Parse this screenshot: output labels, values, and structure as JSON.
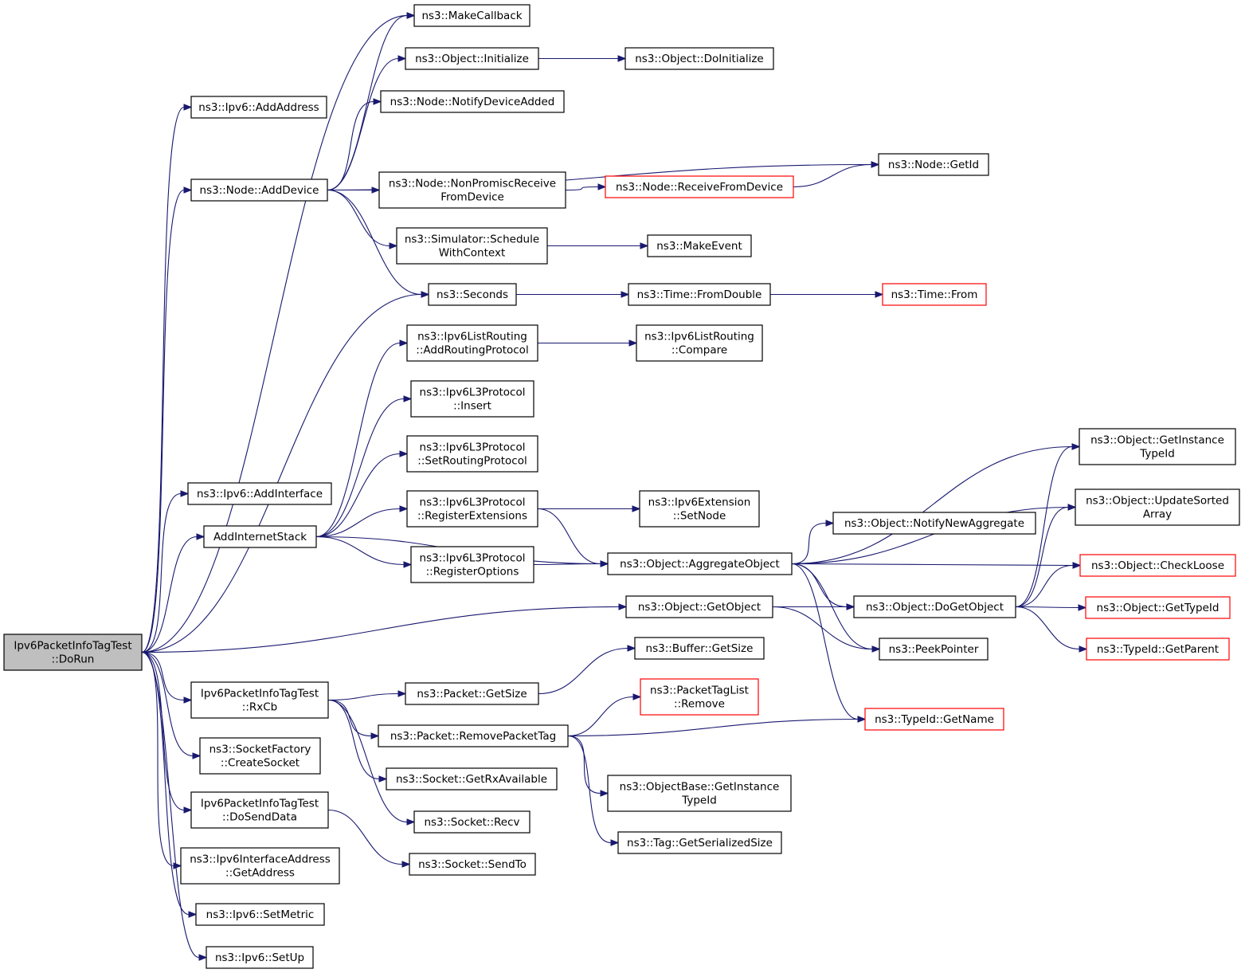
{
  "colors": {
    "edge": "#191970",
    "node_border": "#000000",
    "truncated_border": "#ff0000",
    "root_fill": "#bfbfbf",
    "node_fill": "#ffffff"
  },
  "nodes": {
    "root": {
      "lines": [
        "Ipv6PacketInfoTagTest",
        "::DoRun"
      ],
      "root": true
    },
    "addAddress": {
      "lines": [
        "ns3::Ipv6::AddAddress"
      ]
    },
    "nodeAddDevice": {
      "lines": [
        "ns3::Node::AddDevice"
      ]
    },
    "addInterface": {
      "lines": [
        "ns3::Ipv6::AddInterface"
      ]
    },
    "addInternetStack": {
      "lines": [
        "AddInternetStack"
      ]
    },
    "rxCb": {
      "lines": [
        "Ipv6PacketInfoTagTest",
        "::RxCb"
      ]
    },
    "createSocket": {
      "lines": [
        "ns3::SocketFactory",
        "::CreateSocket"
      ]
    },
    "doSendData": {
      "lines": [
        "Ipv6PacketInfoTagTest",
        "::DoSendData"
      ]
    },
    "ifAddrGetAddress": {
      "lines": [
        "ns3::Ipv6InterfaceAddress",
        "::GetAddress"
      ]
    },
    "setMetric": {
      "lines": [
        "ns3::Ipv6::SetMetric"
      ]
    },
    "setUp": {
      "lines": [
        "ns3::Ipv6::SetUp"
      ]
    },
    "makeCallback": {
      "lines": [
        "ns3::MakeCallback"
      ]
    },
    "objInitialize": {
      "lines": [
        "ns3::Object::Initialize"
      ]
    },
    "notifyDeviceAdded": {
      "lines": [
        "ns3::Node::NotifyDeviceAdded"
      ]
    },
    "nonPromisc": {
      "lines": [
        "ns3::Node::NonPromiscReceive",
        "FromDevice"
      ]
    },
    "scheduleWithContext": {
      "lines": [
        "ns3::Simulator::Schedule",
        "WithContext"
      ]
    },
    "seconds": {
      "lines": [
        "ns3::Seconds"
      ]
    },
    "addRoutingProtocol": {
      "lines": [
        "ns3::Ipv6ListRouting",
        "::AddRoutingProtocol"
      ]
    },
    "l3Insert": {
      "lines": [
        "ns3::Ipv6L3Protocol",
        "::Insert"
      ]
    },
    "setRoutingProtocol": {
      "lines": [
        "ns3::Ipv6L3Protocol",
        "::SetRoutingProtocol"
      ]
    },
    "registerExtensions": {
      "lines": [
        "ns3::Ipv6L3Protocol",
        "::RegisterExtensions"
      ]
    },
    "registerOptions": {
      "lines": [
        "ns3::Ipv6L3Protocol",
        "::RegisterOptions"
      ]
    },
    "getObject": {
      "lines": [
        "ns3::Object::GetObject"
      ]
    },
    "packetGetSize": {
      "lines": [
        "ns3::Packet::GetSize"
      ]
    },
    "removePacketTag": {
      "lines": [
        "ns3::Packet::RemovePacketTag"
      ]
    },
    "getRxAvailable": {
      "lines": [
        "ns3::Socket::GetRxAvailable"
      ]
    },
    "socketRecv": {
      "lines": [
        "ns3::Socket::Recv"
      ]
    },
    "socketSendTo": {
      "lines": [
        "ns3::Socket::SendTo"
      ]
    },
    "doInitialize": {
      "lines": [
        "ns3::Object::DoInitialize"
      ]
    },
    "receiveFromDevice": {
      "lines": [
        "ns3::Node::ReceiveFromDevice"
      ],
      "truncated": true
    },
    "makeEvent": {
      "lines": [
        "ns3::MakeEvent"
      ]
    },
    "fromDouble": {
      "lines": [
        "ns3::Time::FromDouble"
      ]
    },
    "listRoutingCompare": {
      "lines": [
        "ns3::Ipv6ListRouting",
        "::Compare"
      ]
    },
    "extSetNode": {
      "lines": [
        "ns3::Ipv6Extension",
        "::SetNode"
      ]
    },
    "aggregateObject": {
      "lines": [
        "ns3::Object::AggregateObject"
      ]
    },
    "bufferGetSize": {
      "lines": [
        "ns3::Buffer::GetSize"
      ]
    },
    "tagListRemove": {
      "lines": [
        "ns3::PacketTagList",
        "::Remove"
      ],
      "truncated": true
    },
    "objBaseGetInstanceTypeId": {
      "lines": [
        "ns3::ObjectBase::GetInstance",
        "TypeId"
      ]
    },
    "tagGetSerializedSize": {
      "lines": [
        "ns3::Tag::GetSerializedSize"
      ]
    },
    "nodeGetId": {
      "lines": [
        "ns3::Node::GetId"
      ]
    },
    "timeFrom": {
      "lines": [
        "ns3::Time::From"
      ],
      "truncated": true
    },
    "notifyNewAggregate": {
      "lines": [
        "ns3::Object::NotifyNewAggregate"
      ]
    },
    "doGetObject": {
      "lines": [
        "ns3::Object::DoGetObject"
      ]
    },
    "peekPointer": {
      "lines": [
        "ns3::PeekPointer"
      ]
    },
    "typeIdGetName": {
      "lines": [
        "ns3::TypeId::GetName"
      ],
      "truncated": true
    },
    "objGetInstanceTypeId": {
      "lines": [
        "ns3::Object::GetInstance",
        "TypeId"
      ]
    },
    "updateSortedArray": {
      "lines": [
        "ns3::Object::UpdateSorted",
        "Array"
      ]
    },
    "checkLoose": {
      "lines": [
        "ns3::Object::CheckLoose"
      ],
      "truncated": true
    },
    "objGetTypeId": {
      "lines": [
        "ns3::Object::GetTypeId"
      ],
      "truncated": true
    },
    "typeIdGetParent": {
      "lines": [
        "ns3::TypeId::GetParent"
      ],
      "truncated": true
    }
  },
  "edges": [
    [
      "root",
      "addAddress"
    ],
    [
      "root",
      "makeCallback"
    ],
    [
      "root",
      "nodeAddDevice"
    ],
    [
      "root",
      "seconds"
    ],
    [
      "root",
      "addInterface"
    ],
    [
      "root",
      "addInternetStack"
    ],
    [
      "root",
      "getObject"
    ],
    [
      "root",
      "rxCb"
    ],
    [
      "root",
      "createSocket"
    ],
    [
      "root",
      "doSendData"
    ],
    [
      "root",
      "ifAddrGetAddress"
    ],
    [
      "root",
      "setMetric"
    ],
    [
      "root",
      "setUp"
    ],
    [
      "nodeAddDevice",
      "makeCallback"
    ],
    [
      "nodeAddDevice",
      "objInitialize"
    ],
    [
      "nodeAddDevice",
      "notifyDeviceAdded"
    ],
    [
      "nodeAddDevice",
      "nodeGetId"
    ],
    [
      "nodeAddDevice",
      "nonPromisc"
    ],
    [
      "nodeAddDevice",
      "scheduleWithContext"
    ],
    [
      "nodeAddDevice",
      "seconds"
    ],
    [
      "objInitialize",
      "doInitialize"
    ],
    [
      "nonPromisc",
      "receiveFromDevice"
    ],
    [
      "receiveFromDevice",
      "nodeGetId"
    ],
    [
      "scheduleWithContext",
      "makeEvent"
    ],
    [
      "seconds",
      "fromDouble"
    ],
    [
      "fromDouble",
      "timeFrom"
    ],
    [
      "addInternetStack",
      "addRoutingProtocol"
    ],
    [
      "addInternetStack",
      "l3Insert"
    ],
    [
      "addInternetStack",
      "setRoutingProtocol"
    ],
    [
      "addInternetStack",
      "registerExtensions"
    ],
    [
      "addInternetStack",
      "registerOptions"
    ],
    [
      "addInternetStack",
      "aggregateObject"
    ],
    [
      "addRoutingProtocol",
      "listRoutingCompare"
    ],
    [
      "registerExtensions",
      "extSetNode"
    ],
    [
      "registerExtensions",
      "aggregateObject"
    ],
    [
      "registerOptions",
      "aggregateObject"
    ],
    [
      "aggregateObject",
      "objGetInstanceTypeId"
    ],
    [
      "aggregateObject",
      "updateSortedArray"
    ],
    [
      "aggregateObject",
      "notifyNewAggregate"
    ],
    [
      "aggregateObject",
      "checkLoose"
    ],
    [
      "aggregateObject",
      "doGetObject"
    ],
    [
      "aggregateObject",
      "peekPointer"
    ],
    [
      "aggregateObject",
      "typeIdGetName"
    ],
    [
      "getObject",
      "doGetObject"
    ],
    [
      "getObject",
      "peekPointer"
    ],
    [
      "doGetObject",
      "objGetInstanceTypeId"
    ],
    [
      "doGetObject",
      "updateSortedArray"
    ],
    [
      "doGetObject",
      "checkLoose"
    ],
    [
      "doGetObject",
      "objGetTypeId"
    ],
    [
      "doGetObject",
      "typeIdGetParent"
    ],
    [
      "rxCb",
      "packetGetSize"
    ],
    [
      "rxCb",
      "removePacketTag"
    ],
    [
      "rxCb",
      "getRxAvailable"
    ],
    [
      "rxCb",
      "socketRecv"
    ],
    [
      "packetGetSize",
      "bufferGetSize"
    ],
    [
      "removePacketTag",
      "tagListRemove"
    ],
    [
      "removePacketTag",
      "typeIdGetName"
    ],
    [
      "removePacketTag",
      "objBaseGetInstanceTypeId"
    ],
    [
      "removePacketTag",
      "tagGetSerializedSize"
    ],
    [
      "doSendData",
      "socketSendTo"
    ]
  ]
}
